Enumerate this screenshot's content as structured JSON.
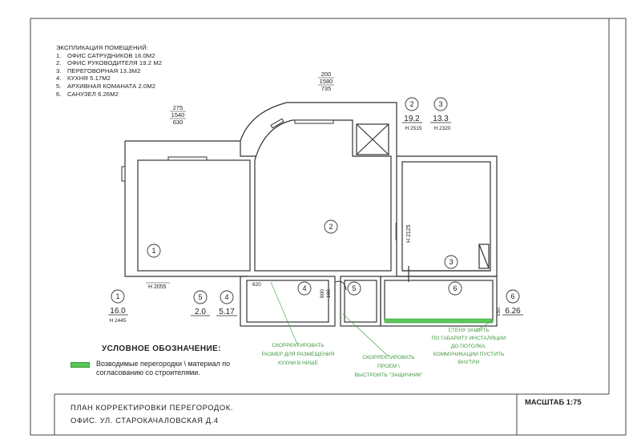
{
  "explication": {
    "title": "ЭКСПЛИКАЦИЯ ПОМЕЩЕНИЙ:",
    "rooms": [
      {
        "num": "1.",
        "name": "ОФИС САТРУДНИКОВ 16.0М2"
      },
      {
        "num": "2.",
        "name": "ОФИС РУКОВОДИТЕЛЯ  19.2 М2"
      },
      {
        "num": "3.",
        "name": "ПЕРЕГОВОРНАЯ 13.3М2"
      },
      {
        "num": "4.",
        "name": "КУХНЯ 5.17М2"
      },
      {
        "num": "5.",
        "name": "АРХИВНАЯ КОМАНАТА 2.0М2"
      },
      {
        "num": "6.",
        "name": "САНУЗЕЛ 6.26М2"
      }
    ]
  },
  "dimensions": {
    "d1": [
      "275",
      "1540",
      "630"
    ],
    "d2": [
      "200",
      "1580",
      "735"
    ]
  },
  "room_tags": [
    {
      "id": "1",
      "area": "16.0",
      "height": "Н 2445"
    },
    {
      "id": "2",
      "area": "19.2",
      "height": "Н 2515"
    },
    {
      "id": "3",
      "area": "13.3",
      "height": "Н 2320"
    },
    {
      "id": "4",
      "area": "5.17",
      "height": ""
    },
    {
      "id": "5",
      "area": "2.0",
      "height": ""
    },
    {
      "id": "6",
      "area": "6.26",
      "height": ""
    }
  ],
  "plan_labels": {
    "room1": "1",
    "room2": "2",
    "room3": "3",
    "room4": "4",
    "room5": "5",
    "room6": "6",
    "h1": "Н 2055",
    "h2": "Н 2125",
    "dim_620": "620",
    "dim_800": "800",
    "dim_100": "100",
    "dim_150": "150"
  },
  "notes": {
    "n1": [
      "СКОРРЕКТИРОВАТЬ",
      "РАЗМЕР ДЛЯ РАЗМЕЩЕНИЯ",
      "КУХНИ В НИШЕ"
    ],
    "n2": [
      "СКОРРЕКТИРОВАТЬ",
      "ПРОЕМ \\",
      "ВЫСТРОИТЬ \"ЗАЩИЧНИК\""
    ],
    "n3": [
      "СТЕНУ ЗАШИТЬ",
      "ПО ГАБАРИТУ ИНСТАЛЯЦИИ",
      "ДО ПОТОЛКА.",
      "КОММУНИКАЦИИ ПУСТИТЬ",
      "ВНУТРИ"
    ]
  },
  "legend": {
    "title": "УСЛОВНОЕ ОБОЗНАЧЕНИЕ:",
    "text": "Возводимые перегородки \\ материал по согласованию со строителями."
  },
  "title_block": {
    "plan": "ПЛАН  КОРРЕКТИРОВКИ ПЕРЕГОРОДОК.",
    "address": "ОФИС. УЛ. СТАРОКАЧАЛОВСКАЯ Д.4",
    "scale": "МАСШТАБ 1:75"
  },
  "colors": {
    "green": "#5ac85a",
    "note_green": "#3f9a3f"
  }
}
